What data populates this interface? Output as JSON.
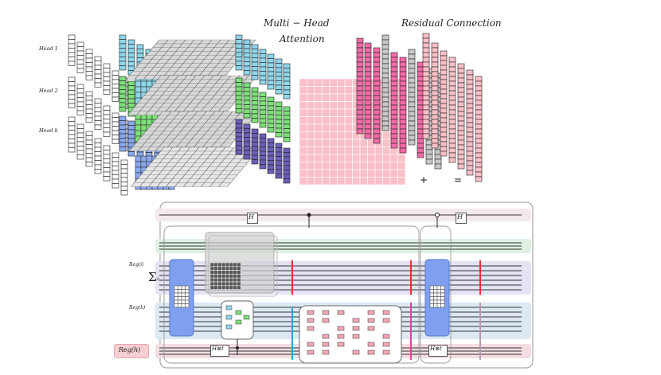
{
  "titles": {
    "mha_line1": "Multi − Head",
    "mha_line2": "Attention",
    "residual": "Residual   Connection"
  },
  "heads": [
    "Head 1",
    "Head 2",
    "Head h"
  ],
  "operators": {
    "plus": "+",
    "equals": "="
  },
  "registers": {
    "reg_i": "Reg(i)",
    "reg_k": "Reg(k)",
    "reg_h": "Reg(h)",
    "sum": "Σ",
    "sum_sub": "(i)"
  },
  "gates": {
    "h_top": "H",
    "h_right": "H",
    "h_tensor_left": "H⊗t",
    "h_tensor_right": "H⊗t"
  },
  "colors": {
    "cyan": "#8fd6ea",
    "green": "#7ee07a",
    "purple": "#6a5fb8",
    "blue": "#8aa8ee",
    "pink": "#f26aa6",
    "lightpink": "#f9c0c8",
    "gray": "#c8c8c8",
    "red": "#e83030",
    "lineblue": "#2aa0e0",
    "magenta": "#d04aa0"
  }
}
